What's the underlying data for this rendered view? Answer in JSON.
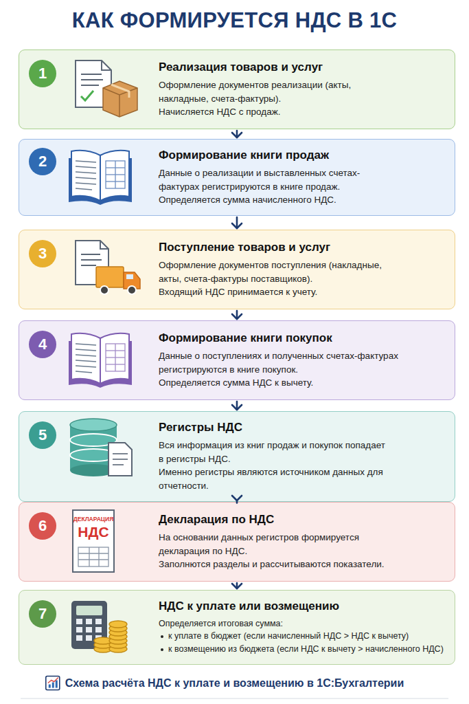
{
  "diagram": {
    "title": "КАК ФОРМИРУЕТСЯ НДС В 1С",
    "caption": "Схема расчёта НДС к уплате и возмещению в 1С:Бухгалтерии",
    "nodes": [
      {
        "text": [
          "Реализация товаров и услуг",
          "Оформление документов реализации (акты, накладные, счета-фактуры).",
          "Начисляется НДС с продаж."
        ]
      },
      {
        "text": [
          "1"
        ],
        "in": 0
      },
      {
        "text": [
          "Формирование книги продаж",
          "Данные о реализации и выставленных счетах-фактурах регистрируются в книге продаж.",
          "Определяется сумма начисленного НДС."
        ]
      },
      {
        "text": [
          "2"
        ],
        "in": 2
      },
      {
        "text": [
          "Поступление товаров и услуг",
          "Оформление документов поступления (накладные, акты, счета-фактуры поставщиков).",
          "Входящий НДС принимается к учету."
        ]
      },
      {
        "text": [
          "3"
        ],
        "in": 4
      },
      {
        "text": [
          "Формирование книги покупок",
          "Данные о поступлениях и полученных счетах-фактурах регистрируются в книге покупок.",
          "Определяется сумма НДС к вычету."
        ]
      },
      {
        "text": [
          "4"
        ],
        "in": 6
      },
      {
        "text": [
          "Регистры НДС",
          "Вся информация из книг продаж и покупок попадает в регистры НДС.",
          "Именно регистры являются источником данных для отчетности."
        ]
      },
      {
        "text": [
          "5"
        ],
        "in": 8
      },
      {
        "text": [
          "Декларация по НДС",
          "На основании данных регистров формируется декларация по НДС.",
          "Заполнются разделы и рассчитываются показатели."
        ]
      },
      {
        "text": [
          "6"
        ],
        "in": 10
      },
      {
        "text": [
          "НДС к уплате или возмещению",
          "Определяется итоговая сумма:",
          "к уплате в бюджет (если начисленный НДС > НДС к вычету)",
          "к возмещению из бюджета (если НДС к вычету > начисленного НДС)"
        ]
      },
      {
        "text": [
          "7"
        ],
        "in": 12
      }
    ],
    "edges": [
      {
        "from": 0,
        "to": 2,
        "arrow": "to"
      },
      {
        "from": 2,
        "to": 4,
        "arrow": "to"
      },
      {
        "from": 4,
        "to": 6,
        "arrow": "to"
      },
      {
        "from": 6,
        "to": 8,
        "arrow": "to"
      },
      {
        "from": 8,
        "to": 10,
        "arrow": "to"
      },
      {
        "from": 10,
        "to": 12,
        "arrow": "to"
      }
    ],
    "labels": [
      "ДЕКЛАРАЦИЯ",
      "НДС"
    ]
  }
}
